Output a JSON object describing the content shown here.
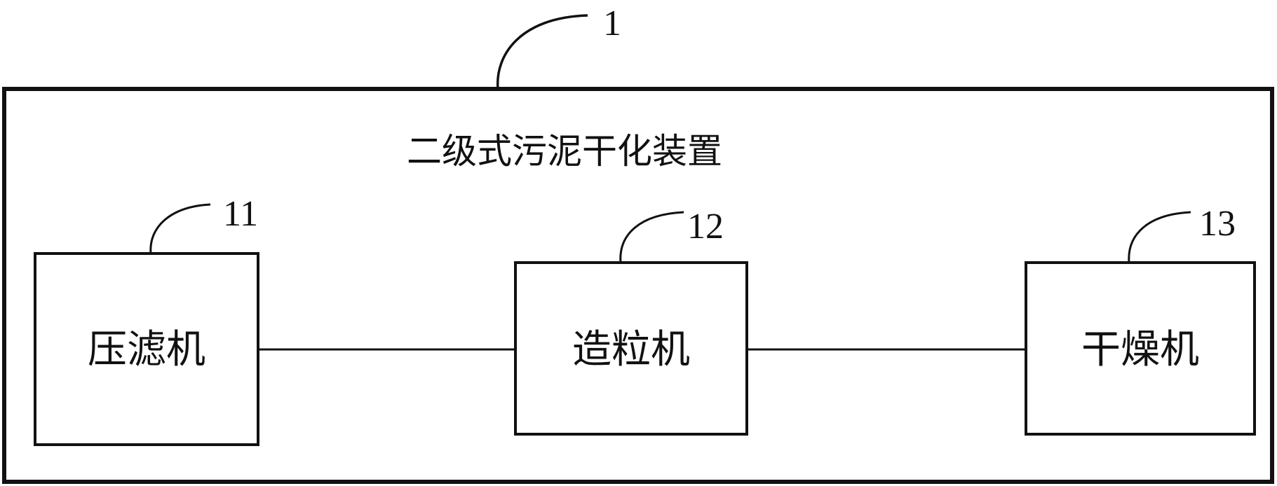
{
  "diagram": {
    "container": {
      "ref": "1",
      "title": "二级式污泥干化装置"
    },
    "nodes": [
      {
        "id": "filter-press",
        "ref": "11",
        "label": "压滤机"
      },
      {
        "id": "granulator",
        "ref": "12",
        "label": "造粒机"
      },
      {
        "id": "dryer",
        "ref": "13",
        "label": "干燥机"
      }
    ],
    "edges": [
      {
        "from": "filter-press",
        "to": "granulator"
      },
      {
        "from": "granulator",
        "to": "dryer"
      }
    ],
    "colors": {
      "line": "#111111",
      "background": "#ffffff"
    }
  }
}
